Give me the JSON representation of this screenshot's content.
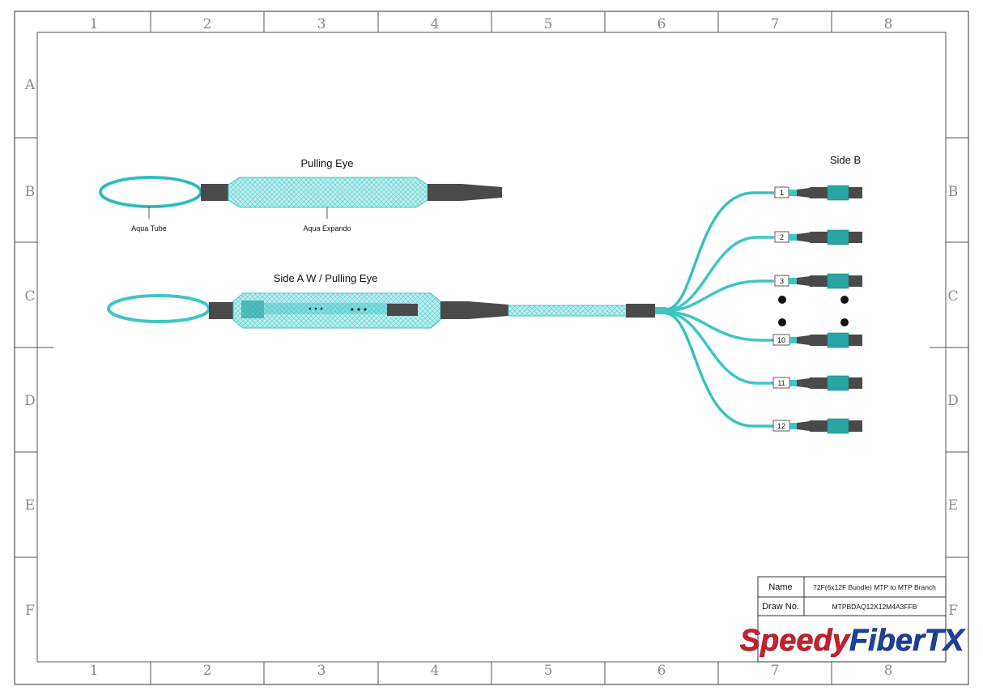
{
  "grid": {
    "columns": [
      "1",
      "2",
      "3",
      "4",
      "5",
      "6",
      "7",
      "8"
    ],
    "rows": [
      "A",
      "B",
      "C",
      "D",
      "E",
      "F"
    ]
  },
  "labels": {
    "pulling_eye": "Pulling Eye",
    "aqua_tube": "Aqua Tube",
    "aqua_expando": "Aqua Expando",
    "side_a": "Side A W / Pulling Eye",
    "side_b": "Side B"
  },
  "branches": [
    "1",
    "2",
    "3",
    "10",
    "11",
    "12"
  ],
  "title_block": {
    "name_label": "Name",
    "name_value": "72F(6x12F Bundle) MTP to MTP Branch",
    "drawno_label": "Draw No.",
    "drawno_value": "MTPBDAQ12X12M4A3FFB",
    "logo_part1": "Speedy",
    "logo_part2": "FiberTX"
  },
  "colors": {
    "aqua": "#3ec6c6",
    "aqua_fill": "#bfeeee",
    "aqua_dark": "#2aa5a5",
    "connector_dark": "#4a4a4a",
    "logo_red": "#cc1f2b",
    "logo_blue": "#1e40a0"
  }
}
